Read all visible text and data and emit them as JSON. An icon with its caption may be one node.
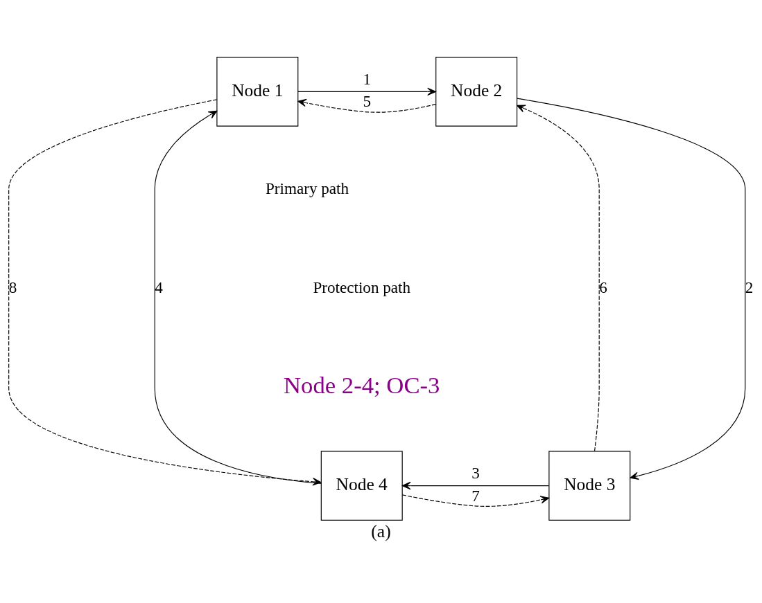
{
  "diagram": {
    "caption": "(a)",
    "nodes": [
      {
        "text": [
          "Node 1"
        ]
      },
      {
        "text": [
          "Node 2"
        ]
      },
      {
        "text": [
          "Node 3"
        ]
      },
      {
        "text": [
          "Node 4"
        ]
      }
    ],
    "edges": [
      {
        "from": 0,
        "to": 1,
        "arrow": "to",
        "label": "1"
      },
      {
        "from": 1,
        "to": 0,
        "arrow": "to",
        "label": "5",
        "style": "dashed"
      },
      {
        "from": 1,
        "to": 2,
        "arrow": "to",
        "label": "2"
      },
      {
        "from": 2,
        "to": 1,
        "arrow": "to",
        "label": "6",
        "style": "dashed"
      },
      {
        "from": 2,
        "to": 3,
        "arrow": "to",
        "label": "3"
      },
      {
        "from": 3,
        "to": 2,
        "arrow": "to",
        "label": "7",
        "style": "dashed"
      },
      {
        "from": 3,
        "to": 0,
        "arrow": "to",
        "label": "4"
      },
      {
        "from": 0,
        "to": 3,
        "arrow": "to",
        "label": "8",
        "style": "dashed"
      }
    ],
    "labels": [
      "Primary path",
      "Protection path",
      "Node 2-4; OC-3"
    ]
  }
}
